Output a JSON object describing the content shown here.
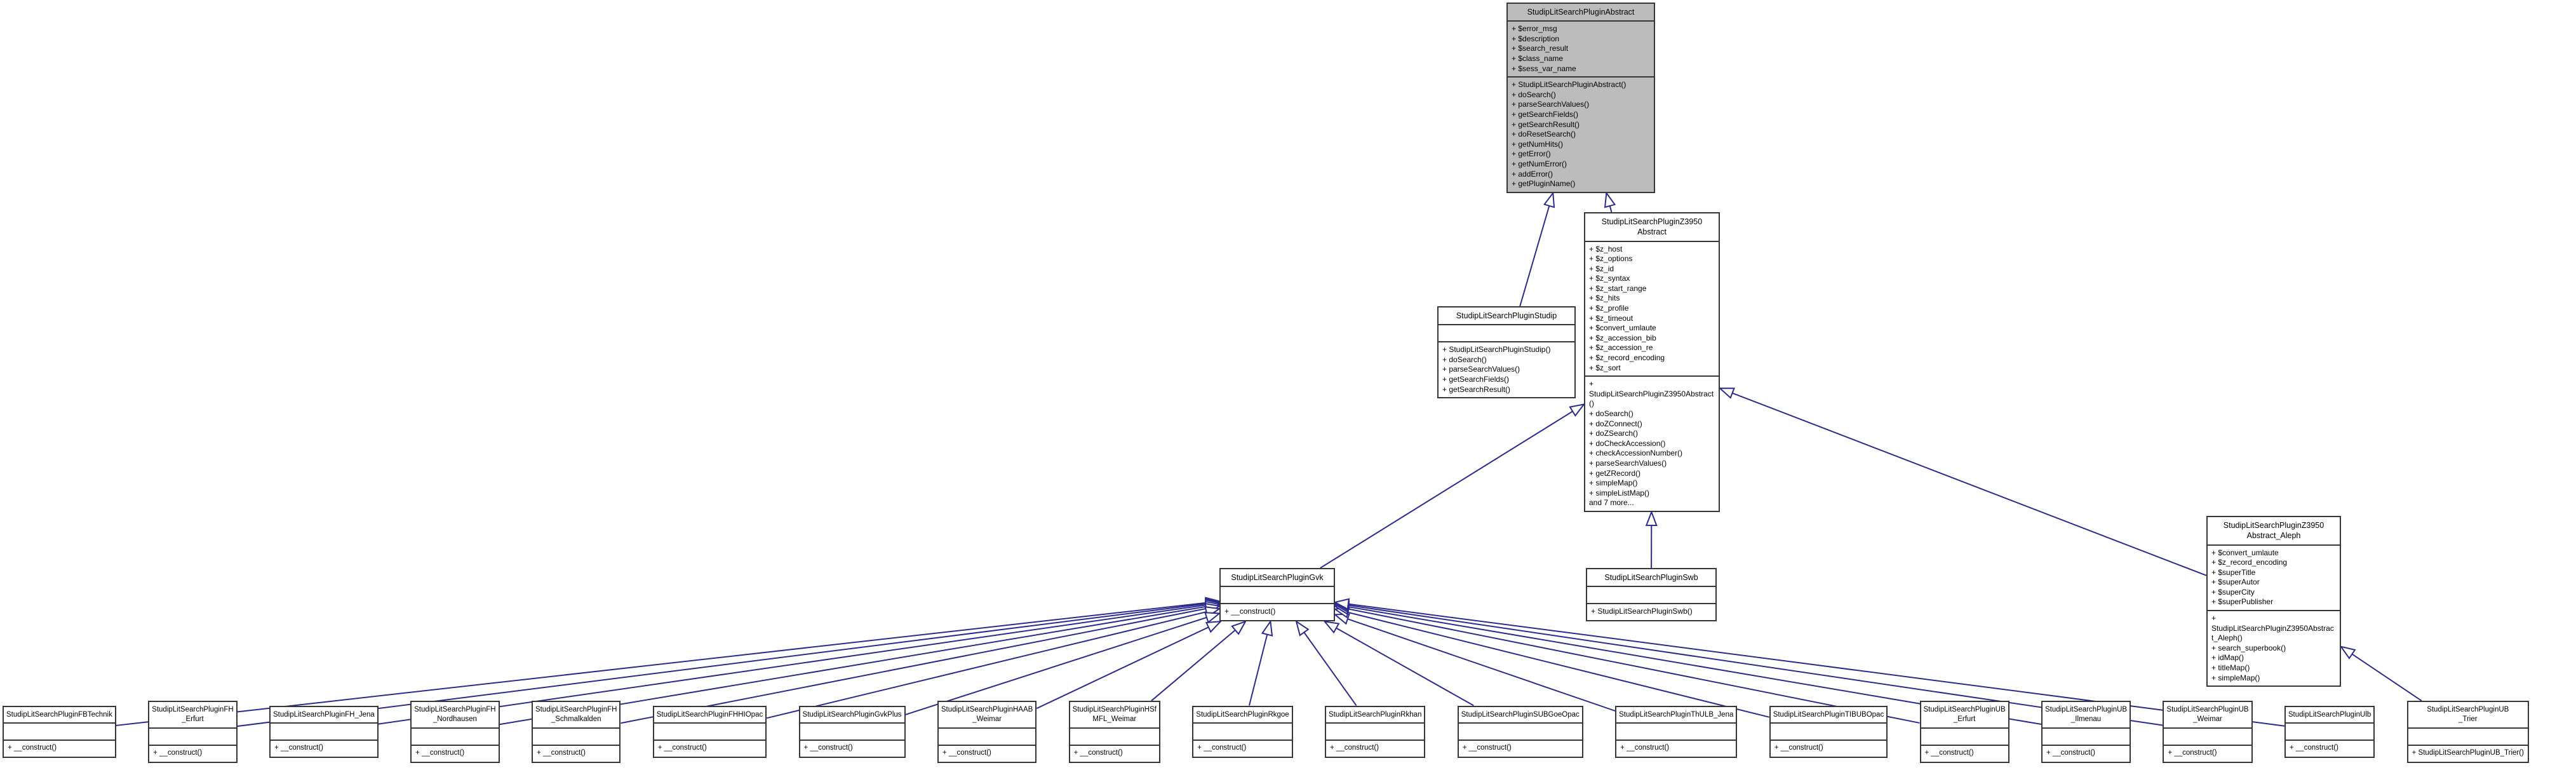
{
  "diagram": {
    "background": "#ffffff",
    "edge_color": "#2a2a8e",
    "node_fill": "#ffffff",
    "highlight_fill": "#bcbcbc",
    "border_color": "#353535",
    "text_color": "#000000",
    "relation_type": "public inheritance (open triangle arrowheads point to parent class)"
  },
  "classes": {
    "abstract": {
      "title": "StudipLitSearchPluginAbstract",
      "attrs": "+ $error_msg\n+ $description\n+ $search_result\n+ $class_name\n+ $sess_var_name",
      "methods": "+ StudipLitSearchPluginAbstract()\n+ doSearch()\n+ parseSearchValues()\n+ getSearchFields()\n+ getSearchResult()\n+ doResetSearch()\n+ getNumHits()\n+ getError()\n+ getNumError()\n+ addError()\n+ getPluginName()",
      "parent": null,
      "highlighted": true
    },
    "z3950_abstract": {
      "title": "StudipLitSearchPluginZ3950\nAbstract",
      "attrs": "+ $z_host\n+ $z_options\n+ $z_id\n+ $z_syntax\n+ $z_start_range\n+ $z_hits\n+ $z_profile\n+ $z_timeout\n+ $convert_umlaute\n+ $z_accession_bib\n+ $z_accession_re\n+ $z_record_encoding\n+ $z_sort",
      "methods": "+ StudipLitSearchPluginZ3950Abstract()\n+ doSearch()\n+ doZConnect()\n+ doZSearch()\n+ doCheckAccession()\n+ checkAccessionNumber()\n+ parseSearchValues()\n+ getZRecord()\n+ simpleMap()\n+ simpleListMap()\nand 7 more...",
      "parent": "abstract",
      "highlighted": false
    },
    "studip": {
      "title": "StudipLitSearchPluginStudip",
      "attrs": "",
      "methods": "+ StudipLitSearchPluginStudip()\n+ doSearch()\n+ parseSearchValues()\n+ getSearchFields()\n+ getSearchResult()",
      "parent": "abstract",
      "highlighted": false
    },
    "gvk": {
      "title": "StudipLitSearchPluginGvk",
      "attrs": "",
      "methods": "+ __construct()",
      "parent": "z3950_abstract",
      "highlighted": false
    },
    "swb": {
      "title": "StudipLitSearchPluginSwb",
      "attrs": "",
      "methods": "+ StudipLitSearchPluginSwb()",
      "parent": "z3950_abstract",
      "highlighted": false
    },
    "aleph": {
      "title": "StudipLitSearchPluginZ3950\nAbstract_Aleph",
      "attrs": "+ $convert_umlaute\n+ $z_record_encoding\n+ $superTitle\n+ $superAutor\n+ $superCity\n+ $superPublisher",
      "methods": "+ StudipLitSearchPluginZ3950Abstract_Aleph()\n+ search_superbook()\n+ idMap()\n+ titleMap()\n+ simpleMap()",
      "parent": "z3950_abstract",
      "highlighted": false
    },
    "fbtechnik": {
      "title": "StudipLitSearchPluginFBTechnik",
      "attrs": "",
      "methods": "+ __construct()",
      "parent": "gvk",
      "highlighted": false
    },
    "fh_erfurt": {
      "title": "StudipLitSearchPluginFH\n_Erfurt",
      "attrs": "",
      "methods": "+ __construct()",
      "parent": "gvk",
      "highlighted": false
    },
    "fh_jena": {
      "title": "StudipLitSearchPluginFH_Jena",
      "attrs": "",
      "methods": "+ __construct()",
      "parent": "gvk",
      "highlighted": false
    },
    "fh_nordhausen": {
      "title": "StudipLitSearchPluginFH\n_Nordhausen",
      "attrs": "",
      "methods": "+ __construct()",
      "parent": "gvk",
      "highlighted": false
    },
    "fh_schmalkalden": {
      "title": "StudipLitSearchPluginFH\n_Schmalkalden",
      "attrs": "",
      "methods": "+ __construct()",
      "parent": "gvk",
      "highlighted": false
    },
    "fhhiopac": {
      "title": "StudipLitSearchPluginFHHIOpac",
      "attrs": "",
      "methods": "+ __construct()",
      "parent": "gvk",
      "highlighted": false
    },
    "gvkplus": {
      "title": "StudipLitSearchPluginGvkPlus",
      "attrs": "",
      "methods": "+ __construct()",
      "parent": "gvk",
      "highlighted": false
    },
    "haab_weimar": {
      "title": "StudipLitSearchPluginHAAB\n_Weimar",
      "attrs": "",
      "methods": "+ __construct()",
      "parent": "gvk",
      "highlighted": false
    },
    "hsfmfl_weimar": {
      "title": "StudipLitSearchPluginHSf\nMFL_Weimar",
      "attrs": "",
      "methods": "+ __construct()",
      "parent": "gvk",
      "highlighted": false
    },
    "rkgoe": {
      "title": "StudipLitSearchPluginRkgoe",
      "attrs": "",
      "methods": "+ __construct()",
      "parent": "gvk",
      "highlighted": false
    },
    "rkhan": {
      "title": "StudipLitSearchPluginRkhan",
      "attrs": "",
      "methods": "+ __construct()",
      "parent": "gvk",
      "highlighted": false
    },
    "subgoeopac": {
      "title": "StudipLitSearchPluginSUBGoeOpac",
      "attrs": "",
      "methods": "+ __construct()",
      "parent": "gvk",
      "highlighted": false
    },
    "thulb_jena": {
      "title": "StudipLitSearchPluginThULB_Jena",
      "attrs": "",
      "methods": "+ __construct()",
      "parent": "gvk",
      "highlighted": false
    },
    "tibubopac": {
      "title": "StudipLitSearchPluginTIBUBOpac",
      "attrs": "",
      "methods": "+ __construct()",
      "parent": "gvk",
      "highlighted": false
    },
    "ub_erfurt": {
      "title": "StudipLitSearchPluginUB\n_Erfurt",
      "attrs": "",
      "methods": "+ __construct()",
      "parent": "gvk",
      "highlighted": false
    },
    "ub_ilmenau": {
      "title": "StudipLitSearchPluginUB\n_Ilmenau",
      "attrs": "",
      "methods": "+ __construct()",
      "parent": "gvk",
      "highlighted": false
    },
    "ub_weimar": {
      "title": "StudipLitSearchPluginUB\n_Weimar",
      "attrs": "",
      "methods": "+ __construct()",
      "parent": "gvk",
      "highlighted": false
    },
    "ulb": {
      "title": "StudipLitSearchPluginUlb",
      "attrs": "",
      "methods": "+ __construct()",
      "parent": "gvk",
      "highlighted": false
    },
    "ub_trier": {
      "title": "StudipLitSearchPluginUB\n_Trier",
      "attrs": "",
      "methods": "+ StudipLitSearchPluginUB_Trier()",
      "parent": "aleph",
      "highlighted": false
    }
  }
}
